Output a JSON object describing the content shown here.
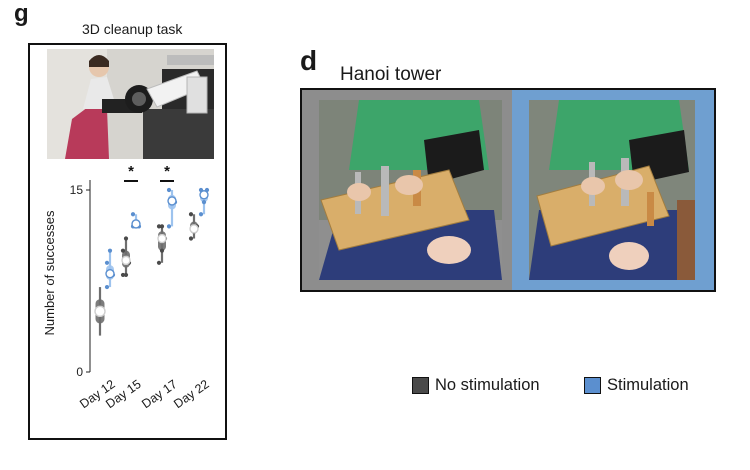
{
  "panel_g": {
    "letter": "g",
    "title": "3D cleanup task",
    "photo_icon": "robot-arm-user-photo"
  },
  "panel_d": {
    "letter": "d",
    "title": "Hanoi tower",
    "photo_icon": "hanoi-tower-photo"
  },
  "legend": {
    "items": [
      {
        "label": "No stimulation",
        "color": "#4a4a4a"
      },
      {
        "label": "Stimulation",
        "color": "#5b8fcf"
      }
    ]
  },
  "colors": {
    "no_stim": "#7b7b7b",
    "no_stim_dark": "#4a4a4a",
    "stim": "#5b8fcf",
    "stim_light": "#9dc3ee"
  },
  "chart_data": {
    "type": "box",
    "ylabel": "Number of successes",
    "ylim": [
      0,
      15
    ],
    "yticks": [
      0,
      15
    ],
    "categories": [
      "Day 12",
      "Day 15",
      "Day 17",
      "Day 22"
    ],
    "series": [
      {
        "name": "No stimulation",
        "groups": [
          {
            "category": "Day 12",
            "min": 3,
            "q1": 4,
            "median": 5,
            "q3": 6,
            "max": 7,
            "points": []
          },
          {
            "category": "Day 15",
            "min": 8,
            "q1": 8.6,
            "median": 9.2,
            "q3": 10,
            "max": 11,
            "points": [
              8,
              8,
              9,
              10,
              11
            ]
          },
          {
            "category": "Day 17",
            "min": 9,
            "q1": 10,
            "median": 11,
            "q3": 11.6,
            "max": 12,
            "points": [
              9,
              10,
              11,
              12,
              12
            ]
          },
          {
            "category": "Day 22",
            "min": 11,
            "q1": 11.4,
            "median": 11.8,
            "q3": 12.4,
            "max": 13,
            "points": [
              11,
              12,
              12,
              13
            ]
          }
        ]
      },
      {
        "name": "Stimulation",
        "groups": [
          {
            "category": "Day 12",
            "min": 7,
            "q1": 7.6,
            "median": 8.1,
            "q3": 8.8,
            "max": 10,
            "points": [
              7,
              8,
              8,
              9,
              10
            ]
          },
          {
            "category": "Day 15",
            "min": 12,
            "q1": 12,
            "median": 12.2,
            "q3": 12.6,
            "max": 13,
            "points": [
              12,
              12,
              12,
              13
            ]
          },
          {
            "category": "Day 17",
            "min": 12,
            "q1": 13.4,
            "median": 14.1,
            "q3": 14.6,
            "max": 15,
            "points": [
              12,
              14,
              14,
              15
            ]
          },
          {
            "category": "Day 22",
            "min": 13,
            "q1": 14,
            "median": 14.6,
            "q3": 15,
            "max": 15,
            "points": [
              13,
              14,
              15,
              15
            ]
          }
        ]
      }
    ],
    "annotations": [
      {
        "category": "Day 15",
        "text": "*"
      },
      {
        "category": "Day 17",
        "text": "*"
      }
    ]
  }
}
